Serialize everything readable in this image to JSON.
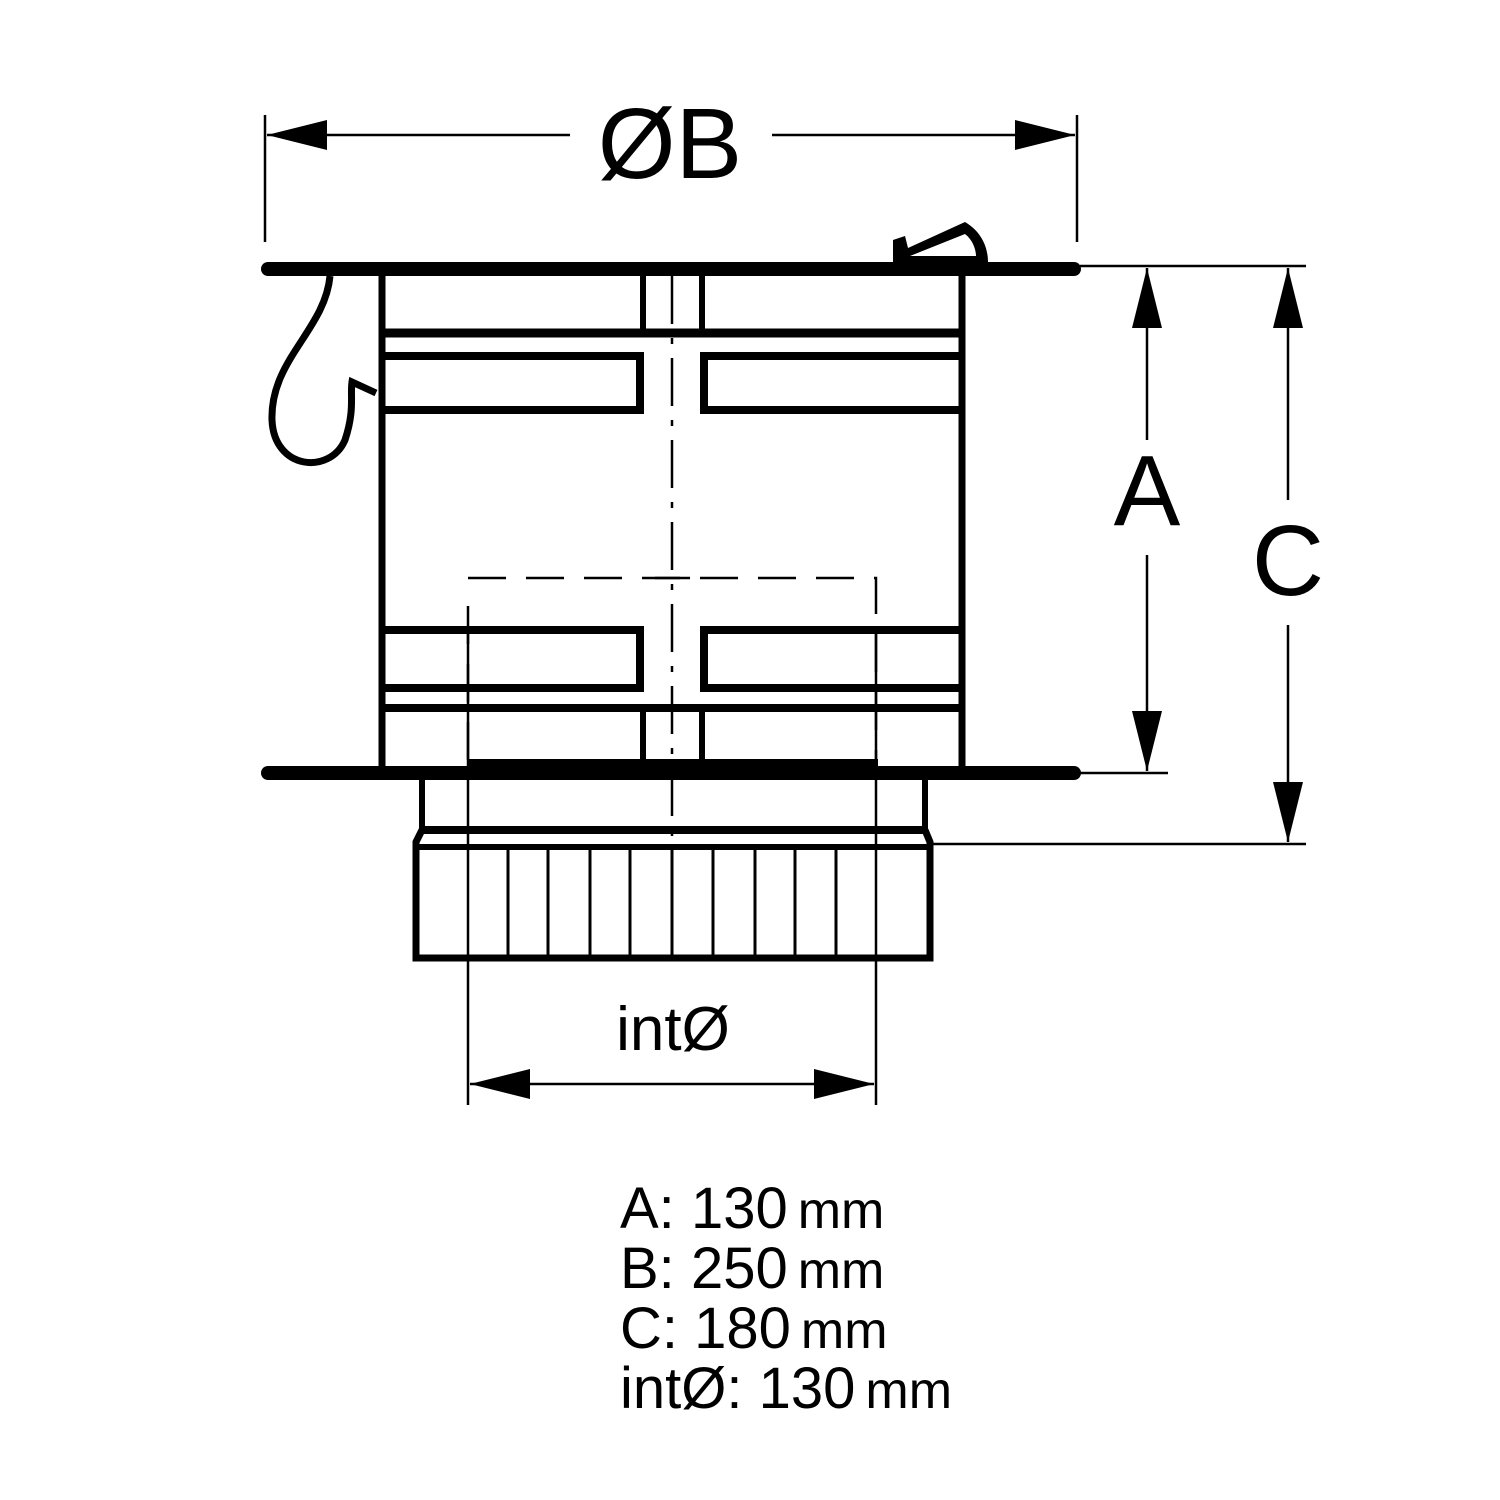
{
  "drawing": {
    "labels": {
      "B": "ØB",
      "A": "A",
      "C": "C",
      "int": "intØ"
    },
    "line_color": "#000000"
  },
  "legend": [
    {
      "key": "A:",
      "value": "130",
      "unit": "mm"
    },
    {
      "key": "B:",
      "value": "250",
      "unit": "mm"
    },
    {
      "key": "C:",
      "value": "180",
      "unit": "mm"
    },
    {
      "key": "intØ:",
      "value": "130",
      "unit": "mm"
    }
  ]
}
